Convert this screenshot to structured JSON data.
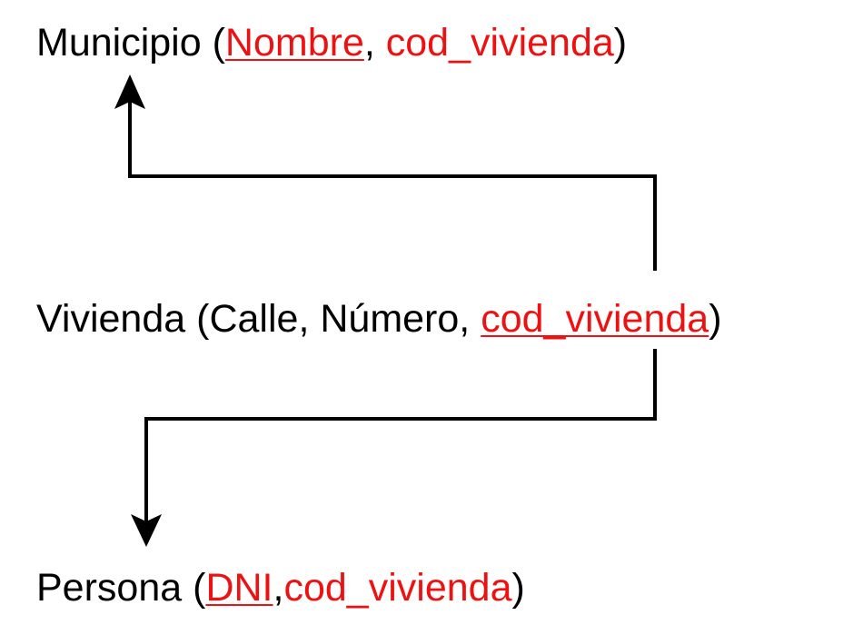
{
  "colors": {
    "text": "#000000",
    "key": "#ee1111",
    "line": "#000000"
  },
  "relations": {
    "municipio": {
      "name": "Municipio",
      "open": " (",
      "attr1": "Nombre",
      "sep1": ", ",
      "attr2": "cod_vivienda",
      "close": ")"
    },
    "vivienda": {
      "name": "Vivienda",
      "open": " (",
      "attr1": "Calle",
      "sep1": ", ",
      "attr2": "Número",
      "sep2": ", ",
      "attr3": "cod_vivienda",
      "close": ")"
    },
    "persona": {
      "name": "Persona",
      "open": " (",
      "attr1": "DNI",
      "sep1": ",",
      "attr2": "cod_vivienda",
      "close": ")"
    }
  },
  "connections": [
    {
      "from": "vivienda.cod_vivienda",
      "to": "municipio",
      "direction": "up"
    },
    {
      "from": "vivienda.cod_vivienda",
      "to": "persona",
      "direction": "down"
    }
  ]
}
